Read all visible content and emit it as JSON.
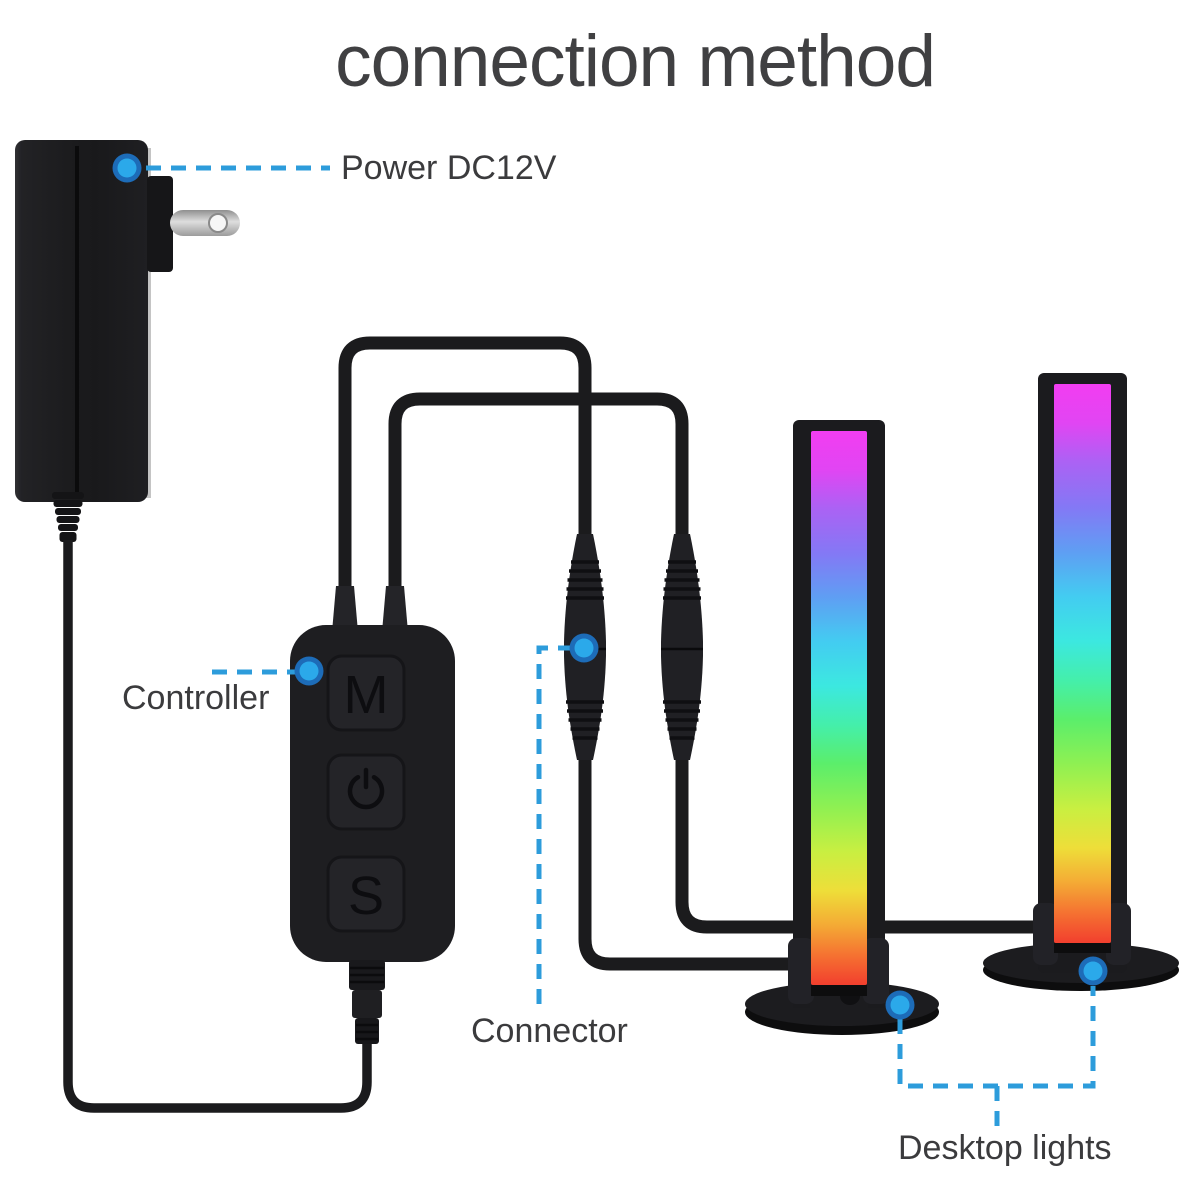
{
  "title": "connection method",
  "callouts": {
    "power": {
      "label": "Power DC12V"
    },
    "controller": {
      "label": "Controller"
    },
    "connector": {
      "label": "Connector"
    },
    "desktop_lights": {
      "label": "Desktop lights"
    }
  },
  "controller": {
    "buttons": [
      {
        "id": "mode",
        "label": "M"
      },
      {
        "id": "power",
        "icon": "power-icon"
      },
      {
        "id": "speed",
        "label": "S"
      }
    ]
  },
  "devices": {
    "power_adapter": "wall power adapter DC12V",
    "inline_connectors": 2,
    "desktop_lights": 2
  },
  "colors": {
    "accent_dash_blue": "#2D9CDB",
    "dot_center_blue": "#2BA9EA",
    "dot_ring_blue": "#1D6CB8",
    "text_gray": "#3B3B3D",
    "device_black": "#1B1B1D",
    "rainbow_top_to_bottom": [
      "#F23DF2",
      "#AB62F4",
      "#8478F5",
      "#5F9EF3",
      "#43CCF1",
      "#3CE8E0",
      "#44EFAB",
      "#5BEE6B",
      "#8FF052",
      "#C9EF41",
      "#EEDE39",
      "#F4AC35",
      "#F56E31",
      "#F23F2E"
    ]
  }
}
